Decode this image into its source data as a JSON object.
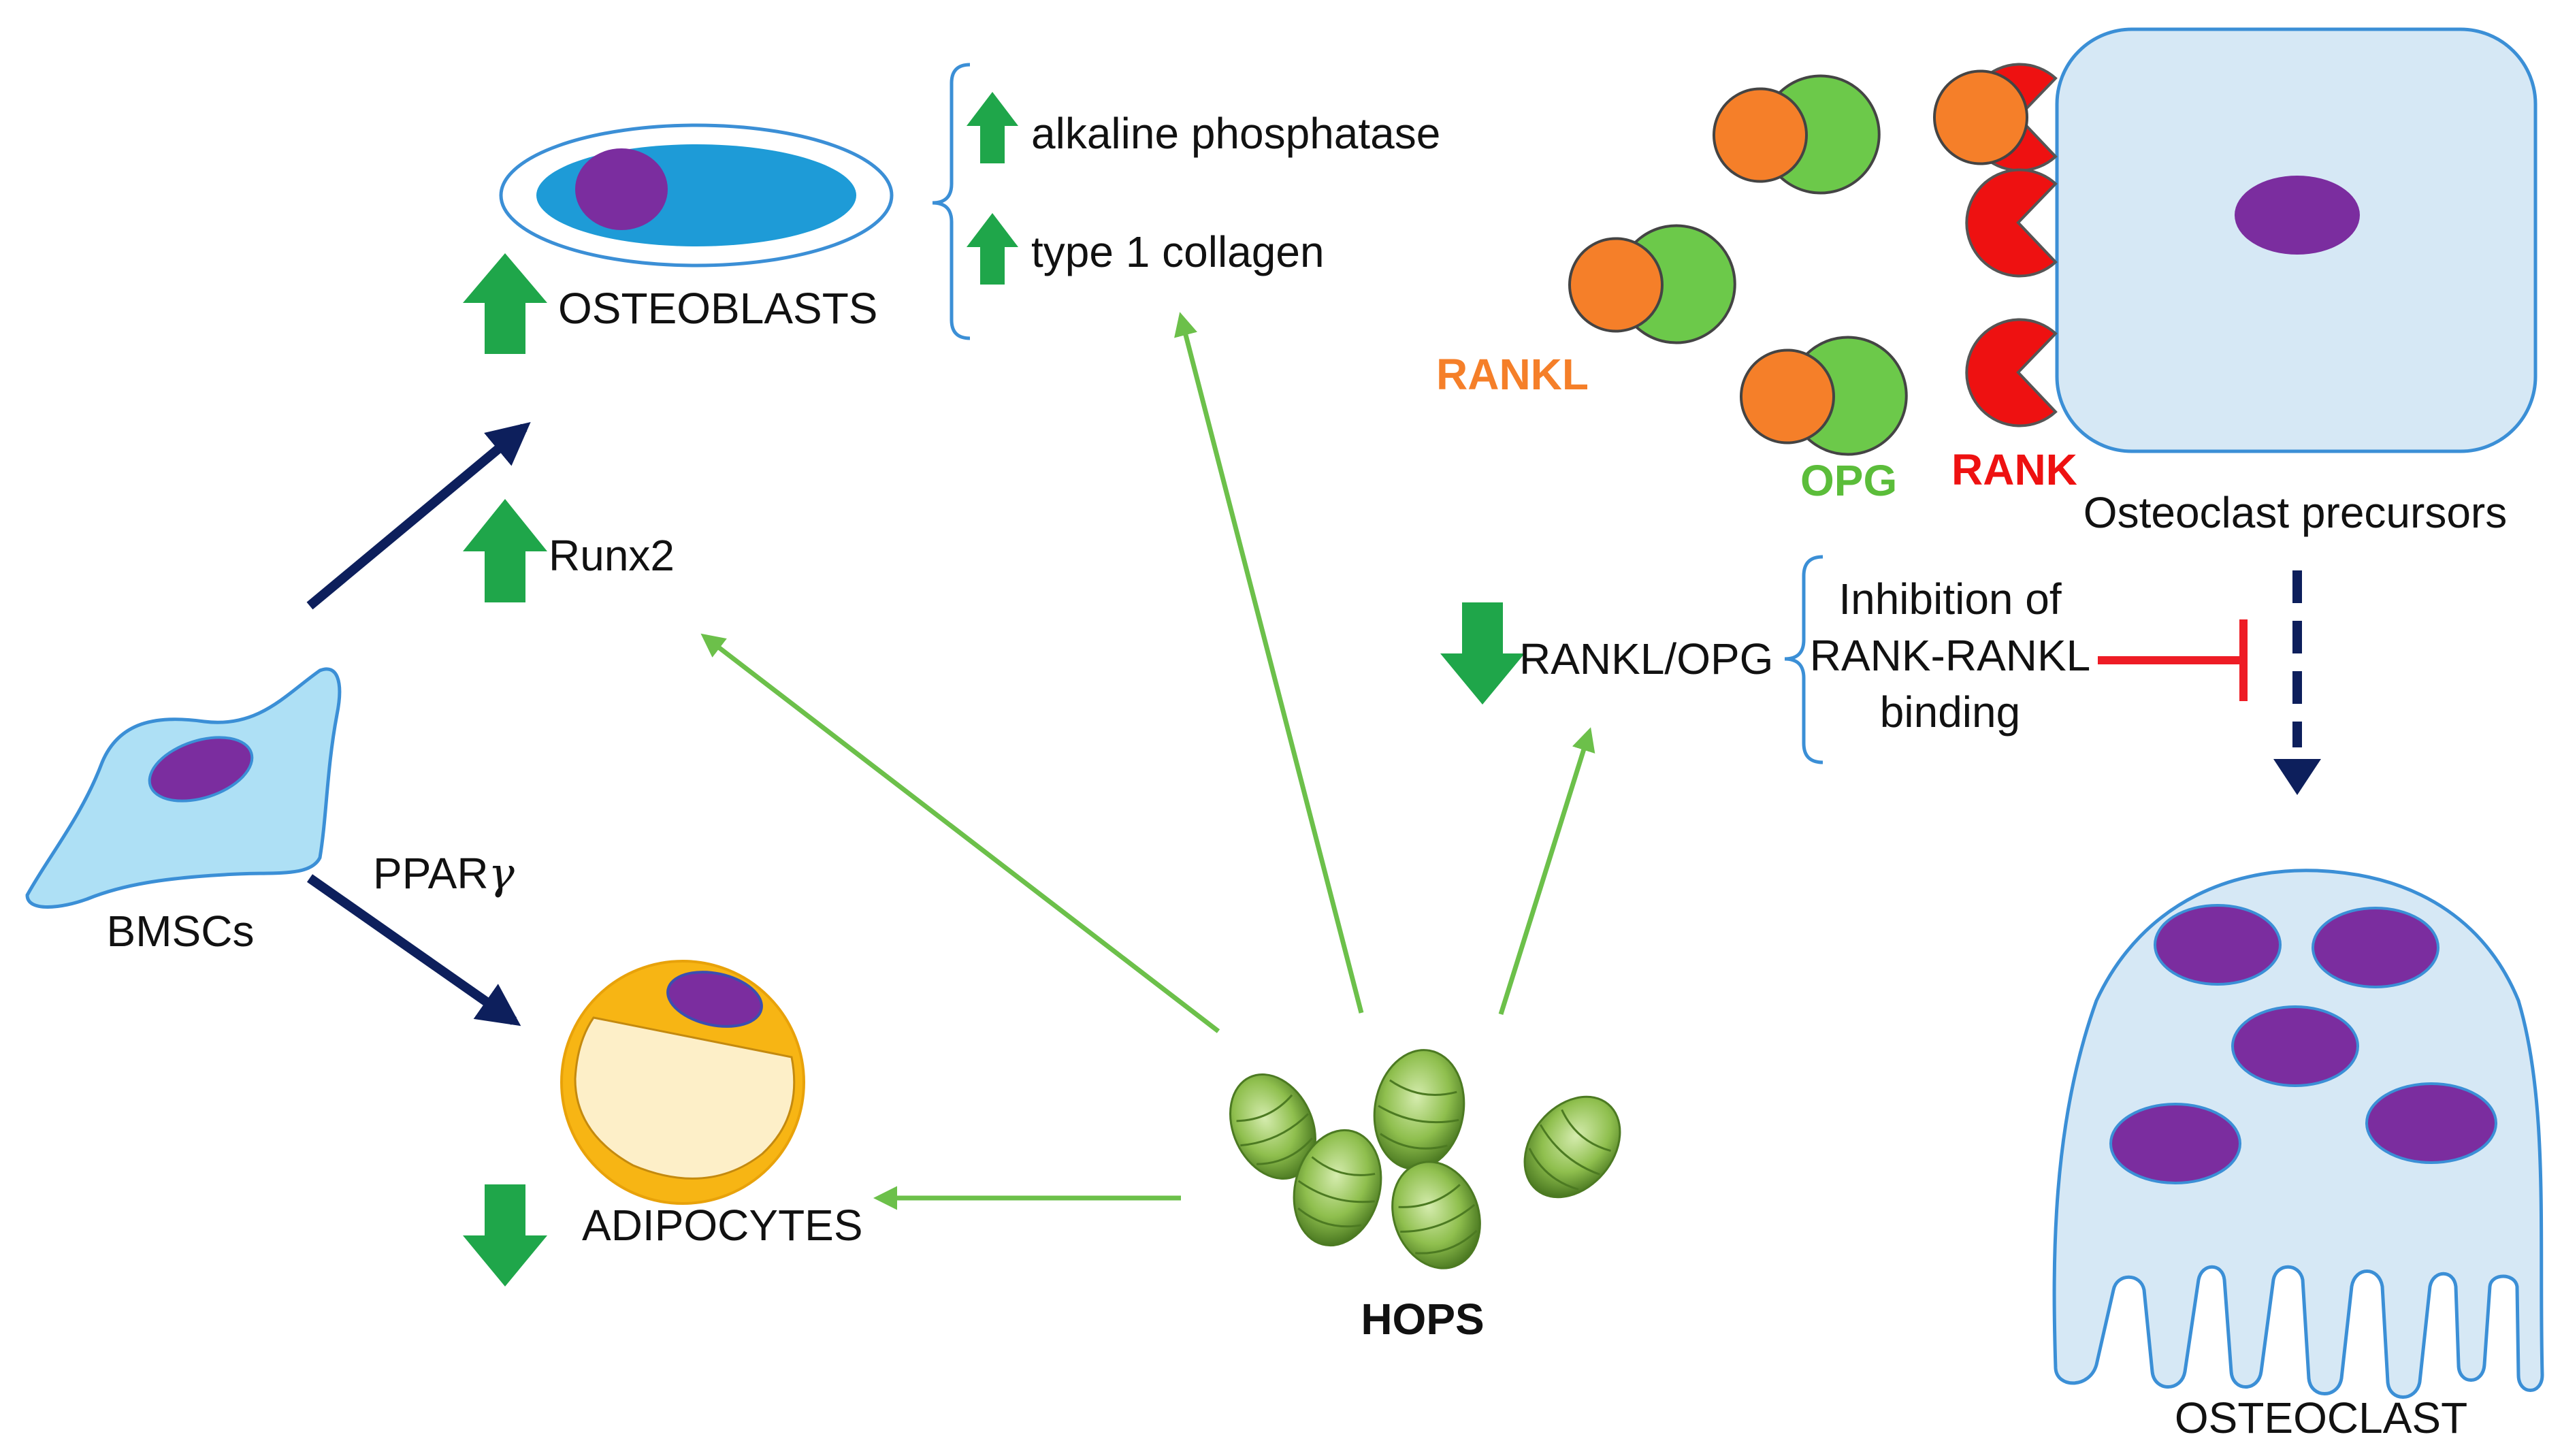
{
  "colors": {
    "green_arrow": "#6cc04a",
    "up_down_indicator": "#1fa64a",
    "navy_arrow": "#0d1f5c",
    "inhibit_red": "#ee1c25",
    "brace_blue": "#3b8fd6",
    "nucleus_purple": "#7b2d9f",
    "osteoblast_blue": "#1e9bd7",
    "bmsc_fill": "#aee0f5",
    "rankl_orange": "#f57f29",
    "opg_green": "#6cc94a",
    "rank_red": "#ee1111",
    "osteoclast_fill": "#d6e8f5",
    "adipocyte_yellow": "#f7b514",
    "lipid_cream": "#fdefc8",
    "hops_green": "#8fbf4e"
  },
  "labels": {
    "osteoblasts": "OSTEOBLASTS",
    "alkaline_phosphatase": "alkaline phosphatase",
    "type1_collagen": "type 1 collagen",
    "runx2": "Runx2",
    "bmscs": "BMSCs",
    "ppar": "PPAR",
    "ppar_greek": "γ",
    "adipocytes": "ADIPOCYTES",
    "hops": "HOPS",
    "rankl": "RANKL",
    "opg": "OPG",
    "rank": "RANK",
    "osteoclast_precursors": "Osteoclast precursors",
    "rankl_opg": "RANKL/OPG",
    "inhibition_line1": "Inhibition of",
    "inhibition_line2": "RANK-RANKL",
    "inhibition_line3": "binding",
    "osteoclast": "OSTEOCLAST"
  },
  "icons": {
    "up_arrows": [
      "osteoblasts-up-icon",
      "runx2-up-icon",
      "alkaline-phosphatase-up-icon",
      "collagen-up-icon"
    ],
    "down_arrows": [
      "adipocytes-down-icon",
      "rankl-opg-down-icon"
    ]
  }
}
